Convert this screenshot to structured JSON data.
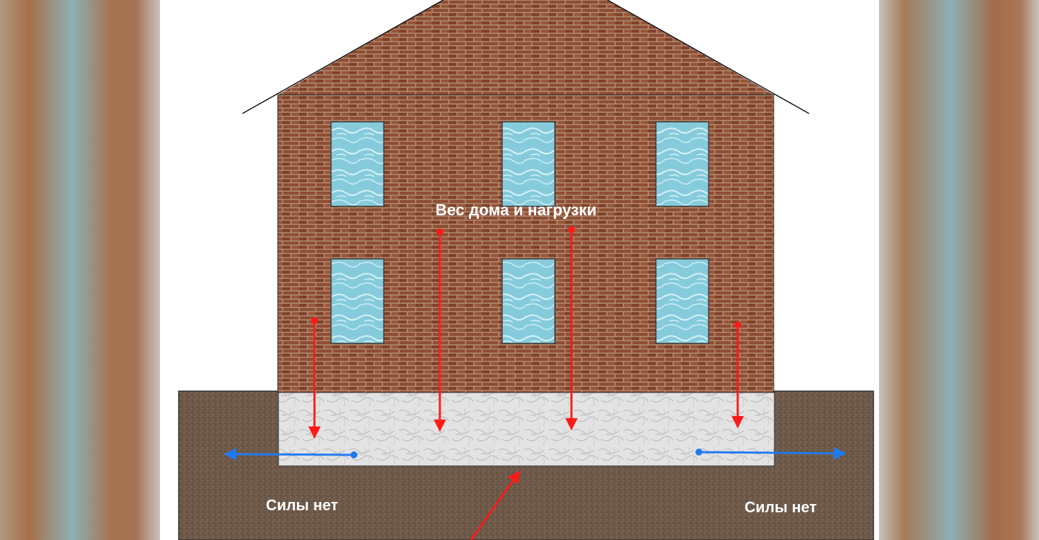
{
  "labels": {
    "load": "Вес дома и нагрузки",
    "no_force_left": "Силы нет",
    "no_force_right": "Силы нет"
  },
  "colors": {
    "brick": "#8b4a30",
    "mortar": "#b08a72",
    "window": "#8fd0dd",
    "foundation": "#dedede",
    "soil": "#6f5a4c",
    "load_arrow": "#ff1a1a",
    "side_arrow": "#1f7bf0"
  }
}
